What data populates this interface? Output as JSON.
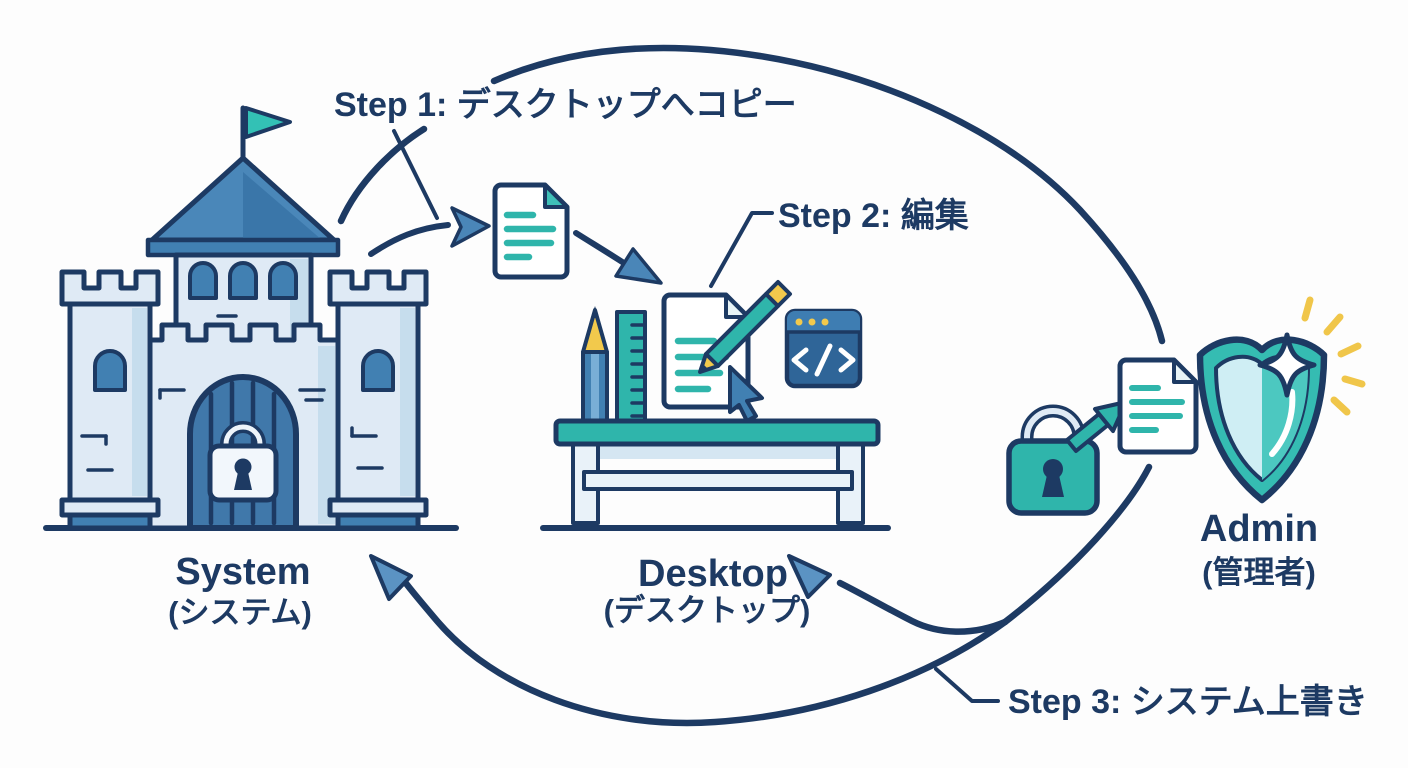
{
  "diagram": {
    "description": "File edit workflow cycle diagram",
    "steps": [
      {
        "id": "step1",
        "label": "Step 1: デスクトップへコピー"
      },
      {
        "id": "step2",
        "label": "Step 2: 編集"
      },
      {
        "id": "step3",
        "label": "Step 3: システム上書き"
      }
    ],
    "nodes": [
      {
        "id": "system",
        "title": "System",
        "subtitle": "(システム)",
        "icon": "castle-icon"
      },
      {
        "id": "desktop",
        "title": "Desktop",
        "subtitle": "(デスクトップ)",
        "icon": "desk-icon"
      },
      {
        "id": "admin",
        "title": "Admin",
        "subtitle": "(管理者)",
        "icon": "shield-icon"
      }
    ],
    "colors": {
      "outline_navy": "#1d3a63",
      "blue": "#4180b2",
      "blue_light": "#79aed6",
      "castle_light": "#dfeaf5",
      "castle_shade": "#c6dded",
      "teal": "#2fb5ab",
      "teal_light": "#cfeef4",
      "yellow": "#f2c94c",
      "code_window_body": "#2f6598",
      "code_window_header": "#3e7db2",
      "white": "#ffffff"
    }
  }
}
